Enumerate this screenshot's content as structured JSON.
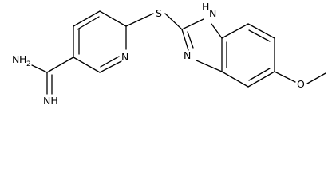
{
  "molecule": {
    "atoms": {
      "nh2_n": "N",
      "nh2_h": "H",
      "nh2_count": "2",
      "imine": "NH",
      "pyridine_n": "N",
      "sulfur": "S",
      "imidazole_nh": "N",
      "imidazole_nh_h": "H",
      "imidazole_n": "N",
      "oxygen": "O"
    }
  }
}
